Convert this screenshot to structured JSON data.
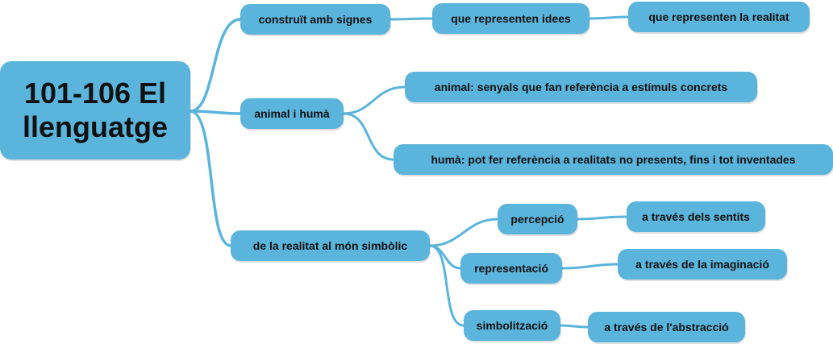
{
  "mindmap": {
    "root": "101-106 El llenguatge",
    "branches": [
      {
        "label": "construït amb signes",
        "child": "que representen idees",
        "grandchild": "que representen la realitat"
      },
      {
        "label": "animal i humà",
        "children": [
          "animal: senyals que fan referència a estímuls concrets",
          "humà: pot fer referència a realitats no presents, fins i tot inventades"
        ]
      },
      {
        "label": "de la realitat al món simbòlic",
        "children": [
          {
            "label": "percepció",
            "child": "a través dels sentits"
          },
          {
            "label": "representació",
            "child": "a través de la imaginació"
          },
          {
            "label": "simbolització",
            "child": "a través de l'abstracció"
          }
        ]
      }
    ]
  },
  "colors": {
    "node_fill": "#5ab4db",
    "link": "#5ab4db",
    "text": "#111111"
  }
}
